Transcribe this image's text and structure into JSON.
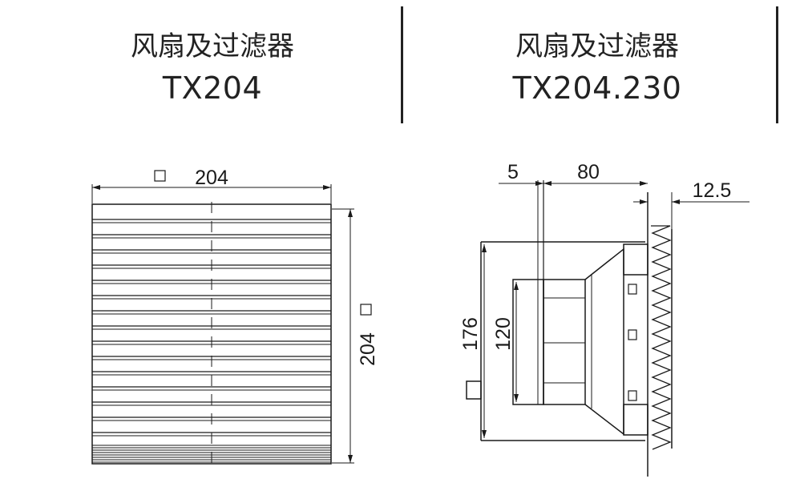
{
  "left": {
    "title": "风扇及过滤器",
    "model": "TX204",
    "dim_width": "204",
    "dim_height": "204",
    "square_symbol": "□"
  },
  "right": {
    "title": "风扇及过滤器",
    "model": "TX204.230",
    "dim_offset": "5",
    "dim_depth": "80",
    "dim_flange": "12.5",
    "dim_outer": "176",
    "dim_inner": "120"
  }
}
